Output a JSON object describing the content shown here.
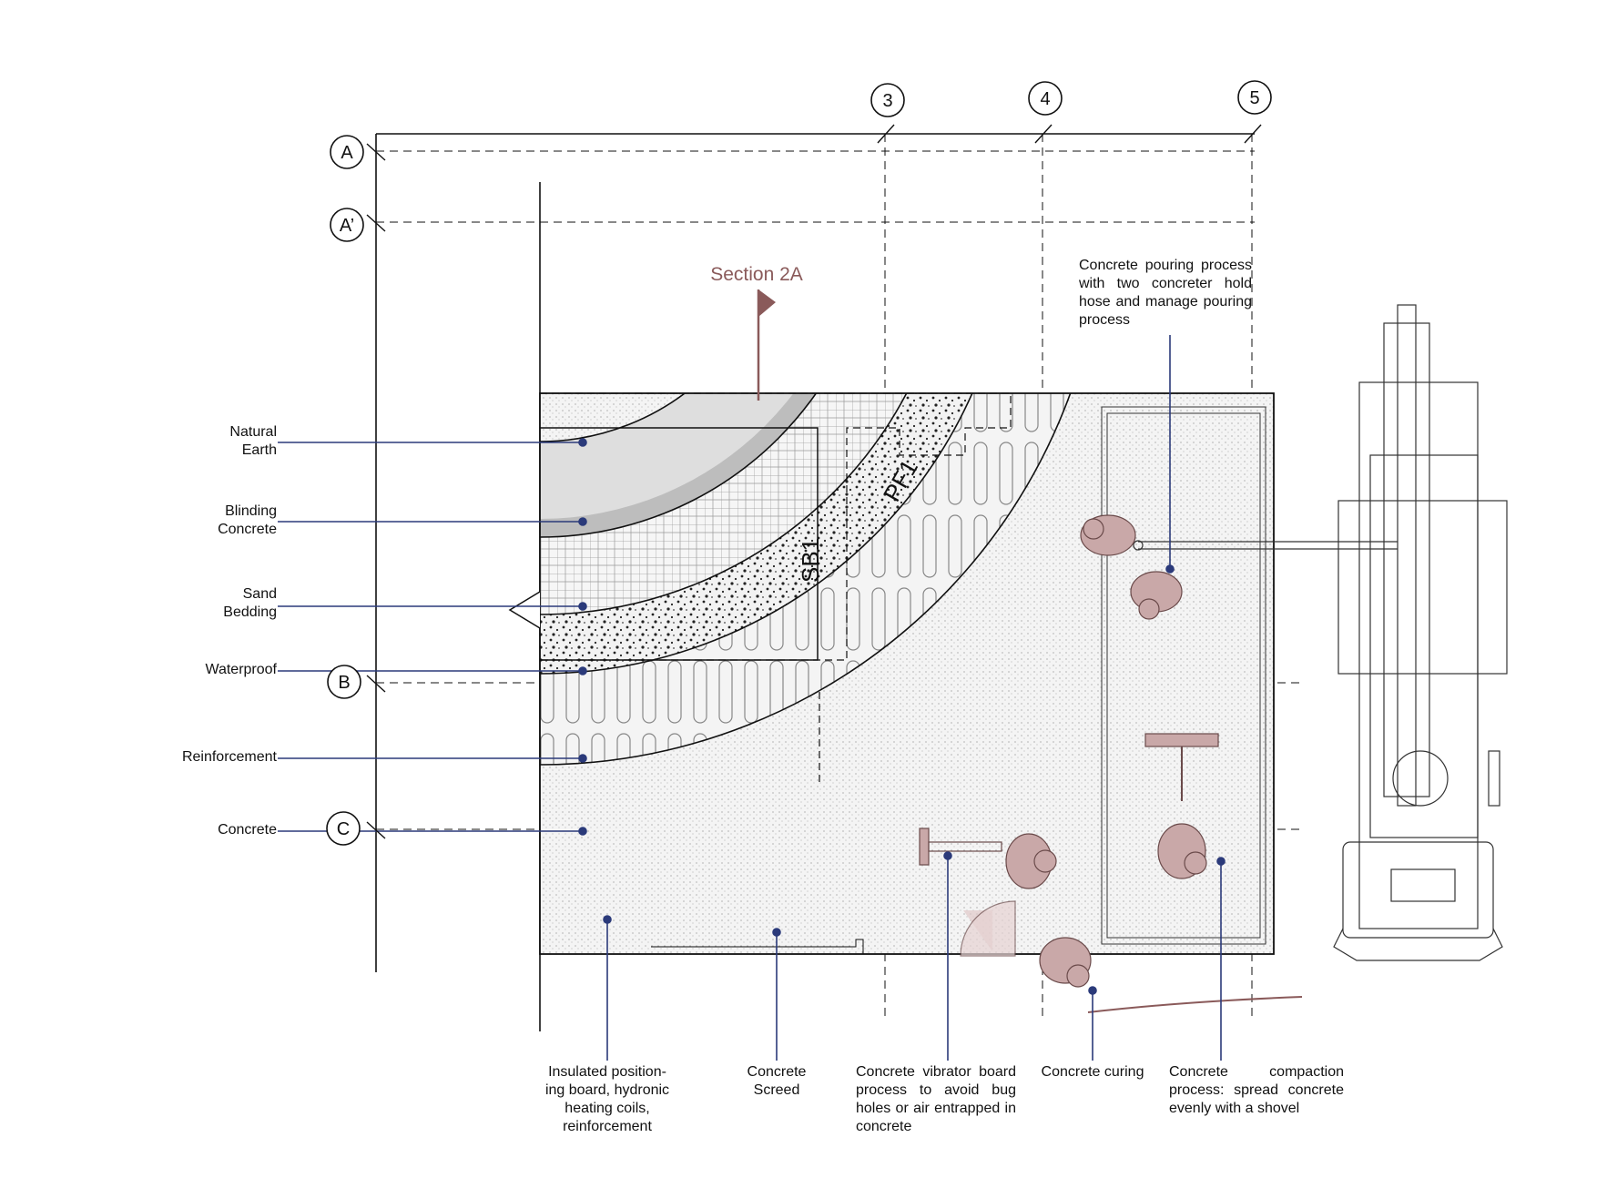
{
  "grid": {
    "columns": [
      "3",
      "4",
      "5"
    ],
    "rows": [
      "A",
      "A’",
      "B",
      "C"
    ]
  },
  "section_marker": {
    "label": "Section 2A"
  },
  "tags": {
    "pf1": "PF1",
    "sb1": "SB1"
  },
  "left_labels": {
    "natural_earth": "Natural\nEarth",
    "blinding_concrete": "Blinding\nConcrete",
    "sand_bedding": "Sand\nBedding",
    "waterproof": "Waterproof",
    "reinforcement": "Reinforcement",
    "concrete": "Concrete"
  },
  "bottom_labels": {
    "insulated": "Insulated position-\ning board, hydronic\nheating coils,\nreinforcement",
    "screed": "Concrete\nScreed",
    "vibrator": "Concrete vibrator board process to avoid bug holes or air entrapped in concrete",
    "curing": "Concrete curing",
    "compaction": "Concrete compaction process: spread concrete evenly with a shovel"
  },
  "top_label": {
    "pouring": "Concrete pouring process with two concreter hold hose and manage pouring process"
  },
  "colors": {
    "leader": "#2b3a7a",
    "accent": "#8a5a5a",
    "worker": "#c9a8a8",
    "line": "#111111"
  }
}
